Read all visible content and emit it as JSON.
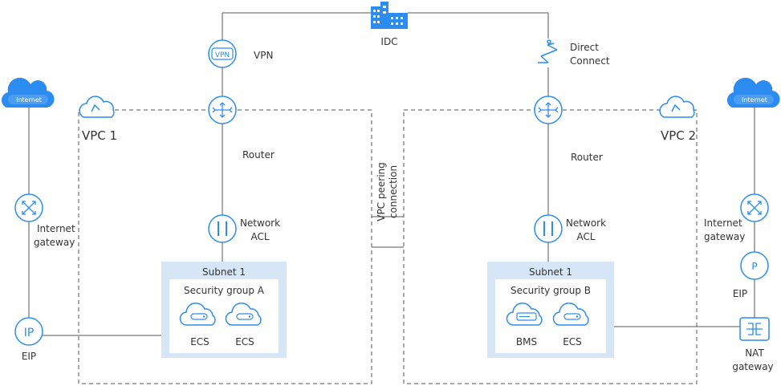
{
  "top": {
    "idc_label": "IDC",
    "vpn_label": "VPN",
    "vpn_icon_text": "VPN",
    "direct_connect_label_line1": "Direct",
    "direct_connect_label_line2": "Connect"
  },
  "vpc1": {
    "title": "VPC 1",
    "router_label": "Router",
    "nacl_label_line1": "Network",
    "nacl_label_line2": "ACL",
    "subnet_title": "Subnet 1",
    "security_group_title": "Security group A",
    "instances": [
      "ECS",
      "ECS"
    ]
  },
  "vpc2": {
    "title": "VPC 2",
    "router_label": "Router",
    "nacl_label_line1": "Network",
    "nacl_label_line2": "ACL",
    "subnet_title": "Subnet 1",
    "security_group_title": "Security group B",
    "instances": [
      "BMS",
      "ECS"
    ]
  },
  "peering": {
    "label_line1": "VPC peering",
    "label_line2": "connection"
  },
  "left_side": {
    "internet_label": "Internet",
    "gateway_label_line1": "Internet",
    "gateway_label_line2": "gateway",
    "eip_label": "EIP",
    "eip_icon_text": "IP"
  },
  "right_side": {
    "internet_label": "Internet",
    "gateway_label_line1": "Internet",
    "gateway_label_line2": "gateway",
    "eip_label": "EIP",
    "eip_icon_text": "P",
    "nat_label_line1": "NAT",
    "nat_label_line2": "gateway"
  },
  "colors": {
    "accent": "#3a8ee6",
    "icon_fill": "#2d8cf0",
    "box_fill": "#d6e6f7",
    "line": "#555555"
  }
}
